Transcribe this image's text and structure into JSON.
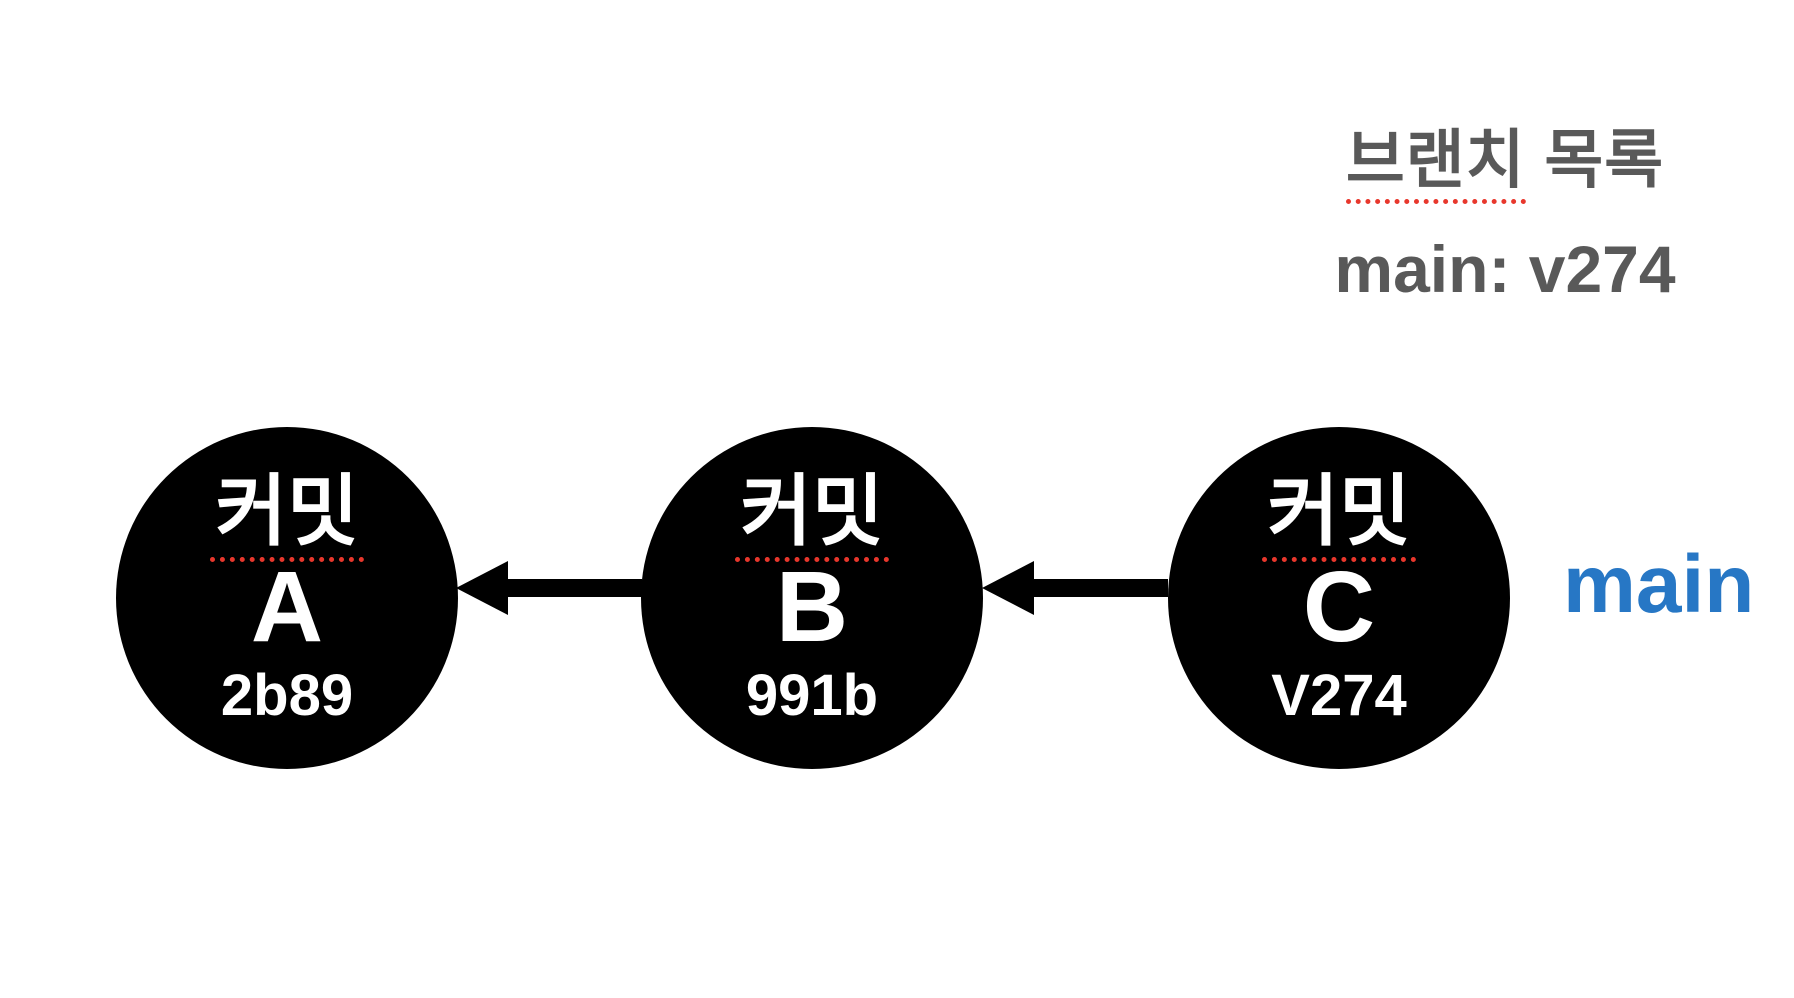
{
  "branch_panel": {
    "title_underlined": "브랜치",
    "title_rest": "목록",
    "entry": "main: v274"
  },
  "commits": [
    {
      "label": "커밋",
      "letter": "A",
      "hash": "2b89"
    },
    {
      "label": "커밋",
      "letter": "B",
      "hash": "991b"
    },
    {
      "label": "커밋",
      "letter": "C",
      "hash": "V274"
    }
  ],
  "branch_label": "main",
  "colors": {
    "background": "#ffffff",
    "node_fill": "#000000",
    "node_text": "#ffffff",
    "panel_text": "#595959",
    "branch_label": "#2777c5",
    "spellcheck_underline": "#e8372c",
    "arrow": "#000000"
  }
}
